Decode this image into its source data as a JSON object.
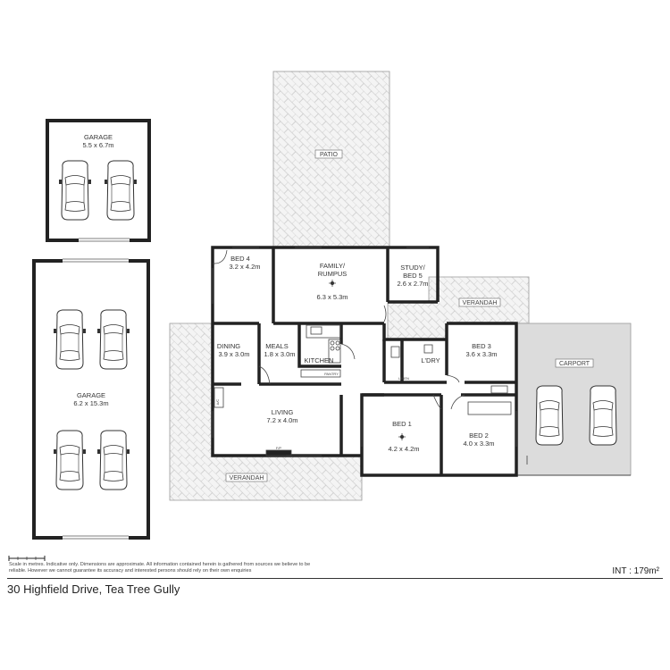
{
  "rooms": {
    "garage_top": {
      "name": "GARAGE",
      "dims": "5.5 x 6.7m"
    },
    "garage_big": {
      "name": "GARAGE",
      "dims": "6.2 x 15.3m"
    },
    "patio": {
      "name": "PATIO"
    },
    "bed4": {
      "name": "BED 4",
      "dims": "3.2 x 4.2m"
    },
    "family": {
      "name1": "FAMILY/",
      "name2": "RUMPUS",
      "dims": "6.3 x 5.3m"
    },
    "study": {
      "name1": "STUDY/",
      "name2": "BED 5",
      "dims": "2.6 x 2.7m"
    },
    "verandah_right": {
      "name": "VERANDAH"
    },
    "dining": {
      "name": "DINING",
      "dims": "3.9 x 3.0m"
    },
    "meals": {
      "name": "MEALS",
      "dims": "1.8 x 3.0m"
    },
    "kitchen": {
      "name": "KITCHEN"
    },
    "ldry": {
      "name": "L'DRY"
    },
    "bed3": {
      "name": "BED 3",
      "dims": "3.6 x 3.3m"
    },
    "carport": {
      "name": "CARPORT"
    },
    "living": {
      "name": "LIVING",
      "dims": "7.2 x 4.0m"
    },
    "bed1": {
      "name": "BED 1",
      "dims": "4.2 x 4.2m"
    },
    "bed2": {
      "name": "BED 2",
      "dims": "4.0 x 3.3m"
    },
    "verandah_bottom": {
      "name": "VERANDAH"
    }
  },
  "fixtures": {
    "ac": "A/C",
    "fp": "F/P",
    "pantry": "PANTRY",
    "linen": "LINEN"
  },
  "footer": {
    "disclaimer": "Scale in metres. Indicative only. Dimensions are approximate. All information contained herein is gathered from sources we believe to be reliable. However we cannot guarantee its accuracy and interested persons should rely on their own enquiries",
    "area": "INT : 179m²",
    "address": "30 Highfield Drive, Tea Tree Gully"
  }
}
